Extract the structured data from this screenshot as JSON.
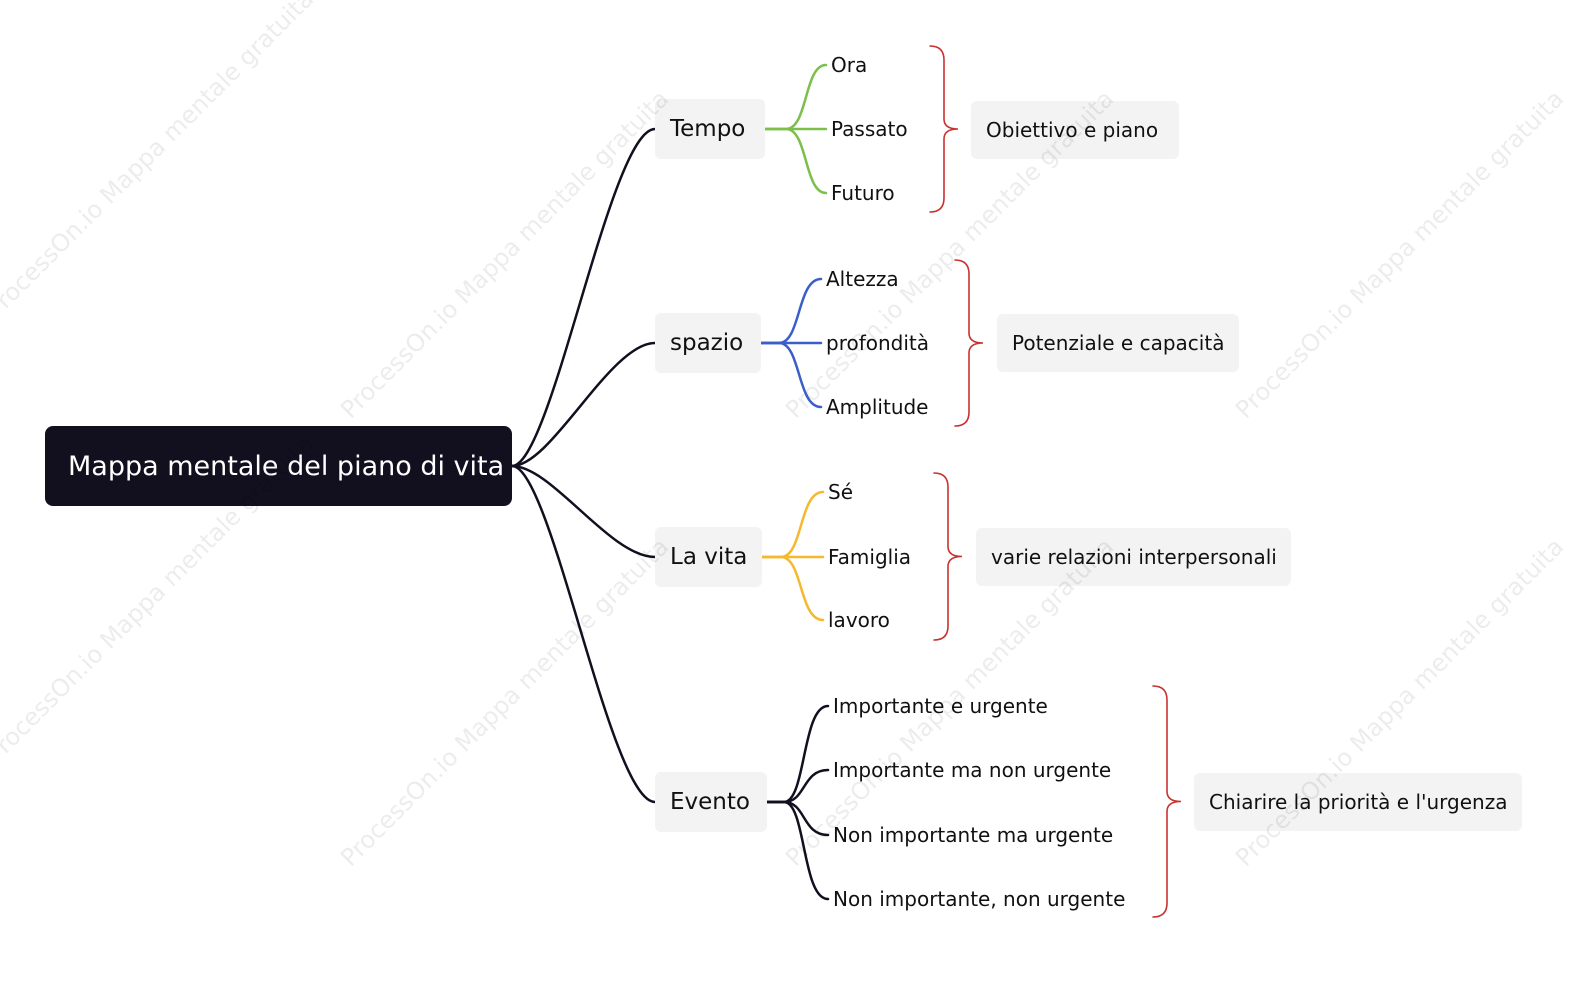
{
  "root": {
    "label": "Mappa mentale del piano di vita"
  },
  "watermark": {
    "text": "ProcessOn.io Mappa mentale gratuita"
  },
  "branches": [
    {
      "label": "Tempo",
      "color": "#7cbf4b",
      "children": [
        "Ora",
        "Passato",
        "Futuro"
      ],
      "summary": "Obiettivo e piano"
    },
    {
      "label": "spazio",
      "color": "#3a5fc8",
      "children": [
        "Altezza",
        "profondità",
        "Amplitude"
      ],
      "summary": "Potenziale e capacità"
    },
    {
      "label": "La vita",
      "color": "#f5b82e",
      "children": [
        "Sé",
        "Famiglia",
        "lavoro"
      ],
      "summary": "varie relazioni interpersonali"
    },
    {
      "label": "Evento",
      "color": "#12101f",
      "children": [
        "Importante e urgente",
        "Importante ma non urgente",
        "Non importante ma urgente",
        "Non importante, non urgente"
      ],
      "summary": "Chiarire la priorità e l'urgenza"
    }
  ],
  "colors": {
    "root_bg": "#12101f",
    "main_line": "#12101f",
    "brace": "#c8322f",
    "node_bg": "#f3f3f3"
  }
}
